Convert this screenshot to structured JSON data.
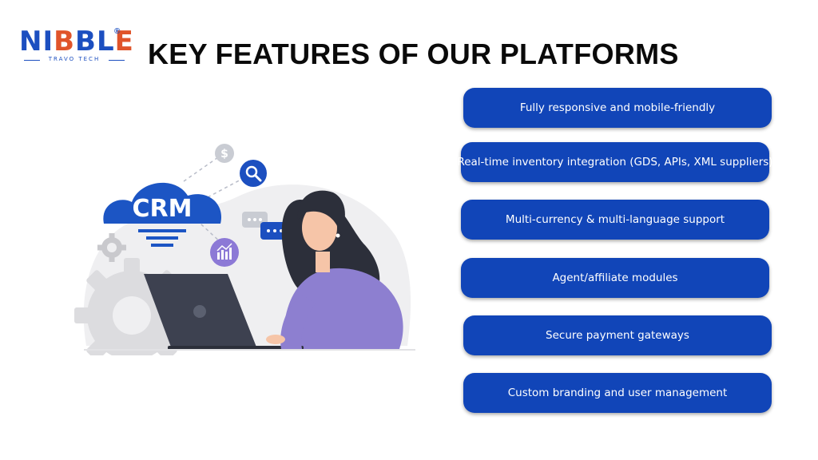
{
  "brand": {
    "logo_part1": "NI",
    "logo_accent": "B",
    "logo_part2": "BL",
    "logo_accent2": "E",
    "registered_mark": "®",
    "tagline": "TRAVO TECH",
    "primary_color": "#1c4fc0",
    "accent_color": "#e0542a"
  },
  "title": "KEY FEATURES OF OUR PLATFORMS",
  "illustration": {
    "crm_label": "CRM",
    "dollar_symbol": "$"
  },
  "features": [
    {
      "label": "Fully responsive and mobile-friendly"
    },
    {
      "label": "Real-time inventory integration (GDS, APIs, XML suppliers)"
    },
    {
      "label": "Multi-currency & multi-language support"
    },
    {
      "label": "Agent/affiliate modules"
    },
    {
      "label": "Secure payment gateways"
    },
    {
      "label": "Custom branding and user management"
    }
  ],
  "colors": {
    "feature_background": "#1145b8",
    "feature_text": "#ffffff"
  }
}
